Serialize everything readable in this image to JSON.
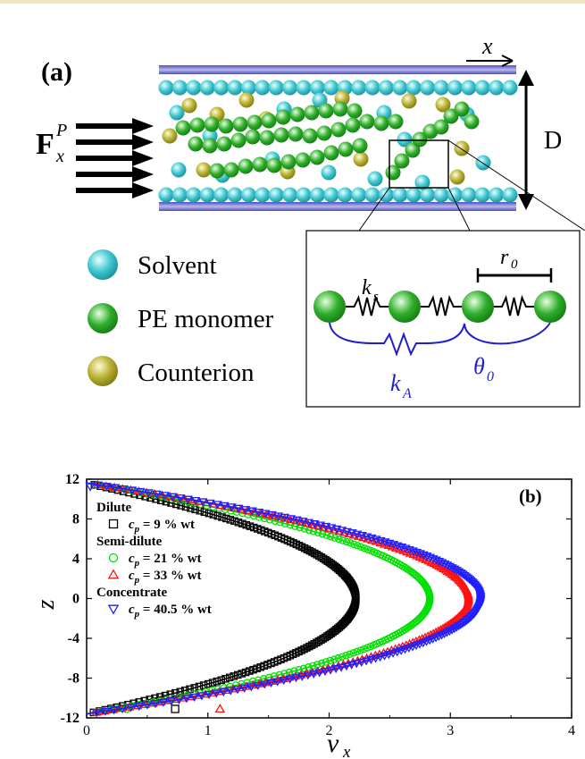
{
  "panel_a": {
    "label": "(a)",
    "force_label": "F",
    "force_sup": "P",
    "force_sub": "x",
    "x_axis": "x",
    "width_label": "D",
    "legend": [
      {
        "label": "Solvent",
        "color": "#3fc6d0"
      },
      {
        "label": "PE monomer",
        "color": "#2fae2a"
      },
      {
        "label": "Counterion",
        "color": "#b8b030"
      }
    ],
    "inset": {
      "ks": "k",
      "ks_sub": "s",
      "r0": "r",
      "r0_sub": "0",
      "kA": "k",
      "kA_sub": "A",
      "theta0": "θ",
      "theta0_sub": "0"
    }
  },
  "panel_b": {
    "label": "(b)"
  },
  "chart_data": {
    "type": "scatter",
    "xlabel": "v",
    "xlabel_sub": "x",
    "ylabel": "z",
    "xlim": [
      0,
      4
    ],
    "ylim": [
      -12,
      12
    ],
    "xticks": [
      0,
      1,
      2,
      3,
      4
    ],
    "yticks": [
      -12,
      -8,
      -4,
      0,
      4,
      8,
      12
    ],
    "legend_groups": [
      {
        "title": "Dilute",
        "entries": [
          0
        ]
      },
      {
        "title": "Semi-dilute",
        "entries": [
          1,
          2
        ]
      },
      {
        "title": "Concentrate",
        "entries": [
          3
        ]
      }
    ],
    "series": [
      {
        "name": "c_p = 9 % wt",
        "label_pre": "c",
        "label_sub": "p",
        "label_post": " = 9 % wt",
        "marker": "square",
        "color": "#000000",
        "vmax": 2.22,
        "half_width": 11.6,
        "outliers": [
          {
            "x": 0.73,
            "y": -11.1
          }
        ]
      },
      {
        "name": "c_p = 21 % wt",
        "label_pre": "c",
        "label_sub": "p",
        "label_post": " = 21 % wt",
        "marker": "circle",
        "color": "#00e000",
        "vmax": 2.83,
        "half_width": 11.6,
        "outliers": [
          {
            "x": 0.33,
            "y": -11.1
          }
        ]
      },
      {
        "name": "c_p = 33 % wt",
        "label_pre": "c",
        "label_sub": "p",
        "label_post": " = 33 % wt",
        "marker": "triangle-up",
        "color": "#ff1010",
        "vmax": 3.15,
        "half_width": 11.6,
        "outliers": [
          {
            "x": 1.1,
            "y": -11.1
          }
        ]
      },
      {
        "name": "c_p = 40.5 % wt",
        "label_pre": "c",
        "label_sub": "p",
        "label_post": " = 40.5 % wt",
        "marker": "triangle-down",
        "color": "#1f1fff",
        "vmax": 3.25,
        "half_width": 11.6,
        "outliers": [
          {
            "x": 0.03,
            "y": 11.3
          }
        ]
      }
    ]
  }
}
